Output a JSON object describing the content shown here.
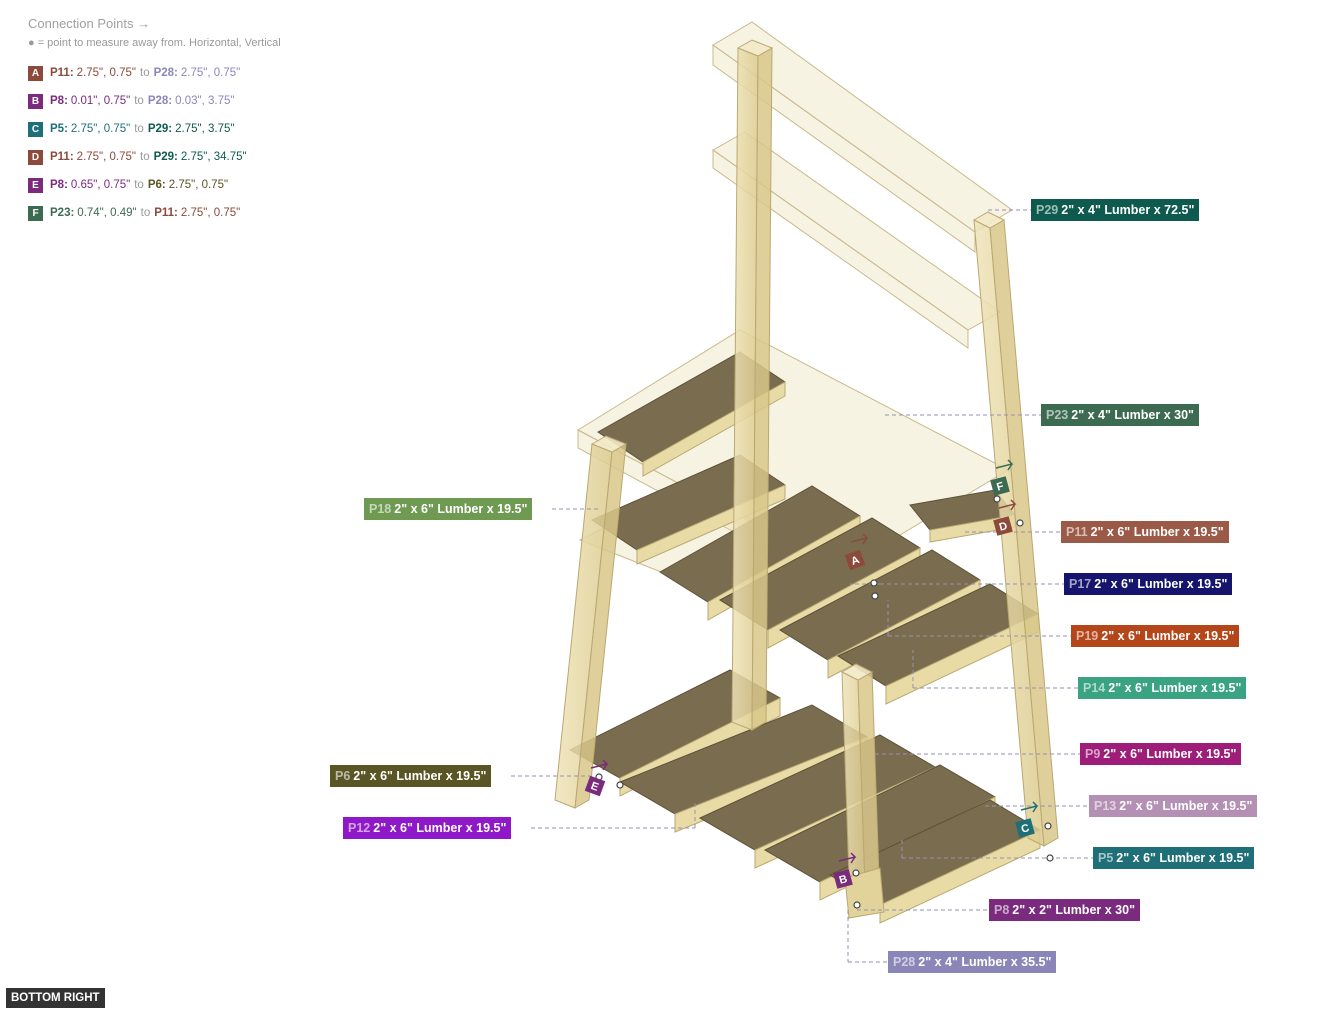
{
  "legend": {
    "title": "Connection Points →",
    "note": "● = point to measure away from. Horizontal, Vertical",
    "rows": [
      {
        "letter": "A",
        "color": "#8b4a3a",
        "p1": "P11:",
        "v1": "2.75\", 0.75\"",
        "to": "to",
        "p2": "P28:",
        "v2": "2.75\", 0.75\"",
        "c1": "#8b4a3a",
        "c2": "#8a86b8"
      },
      {
        "letter": "B",
        "color": "#7a2b7d",
        "p1": "P8:",
        "v1": "0.01\", 0.75\"",
        "to": "to",
        "p2": "P28:",
        "v2": "0.03\", 3.75\"",
        "c1": "#7a2b7d",
        "c2": "#8a86b8"
      },
      {
        "letter": "C",
        "color": "#1f6f78",
        "p1": "P5:",
        "v1": "2.75\", 0.75\"",
        "to": "to",
        "p2": "P29:",
        "v2": "2.75\", 3.75\"",
        "c1": "#1f6f78",
        "c2": "#0e5a4e"
      },
      {
        "letter": "D",
        "color": "#8b4a3a",
        "p1": "P11:",
        "v1": "2.75\", 0.75\"",
        "to": "to",
        "p2": "P29:",
        "v2": "2.75\", 34.75\"",
        "c1": "#8b4a3a",
        "c2": "#0e5a4e"
      },
      {
        "letter": "E",
        "color": "#7a2b7d",
        "p1": "P8:",
        "v1": "0.65\", 0.75\"",
        "to": "to",
        "p2": "P6:",
        "v2": "2.75\", 0.75\"",
        "c1": "#7a2b7d",
        "c2": "#5a5524"
      },
      {
        "letter": "F",
        "color": "#3d6b52",
        "p1": "P23:",
        "v1": "0.74\", 0.49\"",
        "to": "to",
        "p2": "P11:",
        "v2": "2.75\", 0.75\"",
        "c1": "#3d6b52",
        "c2": "#8b4a3a"
      }
    ]
  },
  "parts": [
    {
      "id": "P29",
      "text": "2\" x 4\" Lumber  x 72.5\"",
      "color": "#0e5a4e"
    },
    {
      "id": "P23",
      "text": "2\" x 4\" Lumber  x 30\"",
      "color": "#3d6b52"
    },
    {
      "id": "P18",
      "text": "2\" x 6\" Lumber x 19.5\"",
      "color": "#6f9a52"
    },
    {
      "id": "P11",
      "text": "2\" x 6\" Lumber x 19.5\"",
      "color": "#9b5a48"
    },
    {
      "id": "P17",
      "text": "2\" x 6\" Lumber x 19.5\"",
      "color": "#15156e"
    },
    {
      "id": "P19",
      "text": "2\" x 6\" Lumber x 19.5\"",
      "color": "#b4461a"
    },
    {
      "id": "P14",
      "text": "2\" x 6\" Lumber x 19.5\"",
      "color": "#3aa482"
    },
    {
      "id": "P9",
      "text": "2\" x 6\" Lumber x 19.5\"",
      "color": "#9e1d78"
    },
    {
      "id": "P6",
      "text": "2\" x 6\" Lumber x 19.5\"",
      "color": "#5a5524"
    },
    {
      "id": "P13",
      "text": "2\" x 6\" Lumber x 19.5\"",
      "color": "#b490b4"
    },
    {
      "id": "P12",
      "text": "2\" x 6\" Lumber x 19.5\"",
      "color": "#8f19c8"
    },
    {
      "id": "P5",
      "text": "2\" x 6\" Lumber x 19.5\"",
      "color": "#1f6f78"
    },
    {
      "id": "P8",
      "text": "2\" x 2\" Lumber x 30\"",
      "color": "#7a2b7d"
    },
    {
      "id": "P28",
      "text": "2\" x 4\" Lumber  x 35.5\"",
      "color": "#8a86b8"
    }
  ],
  "markers": [
    {
      "letter": "A",
      "color": "#8b4a3a"
    },
    {
      "letter": "B",
      "color": "#7a2b7d"
    },
    {
      "letter": "C",
      "color": "#1f6f78"
    },
    {
      "letter": "D",
      "color": "#8b4a3a"
    },
    {
      "letter": "E",
      "color": "#7a2b7d"
    },
    {
      "letter": "F",
      "color": "#3d6b52"
    }
  ],
  "view_button": "BOTTOM RIGHT"
}
